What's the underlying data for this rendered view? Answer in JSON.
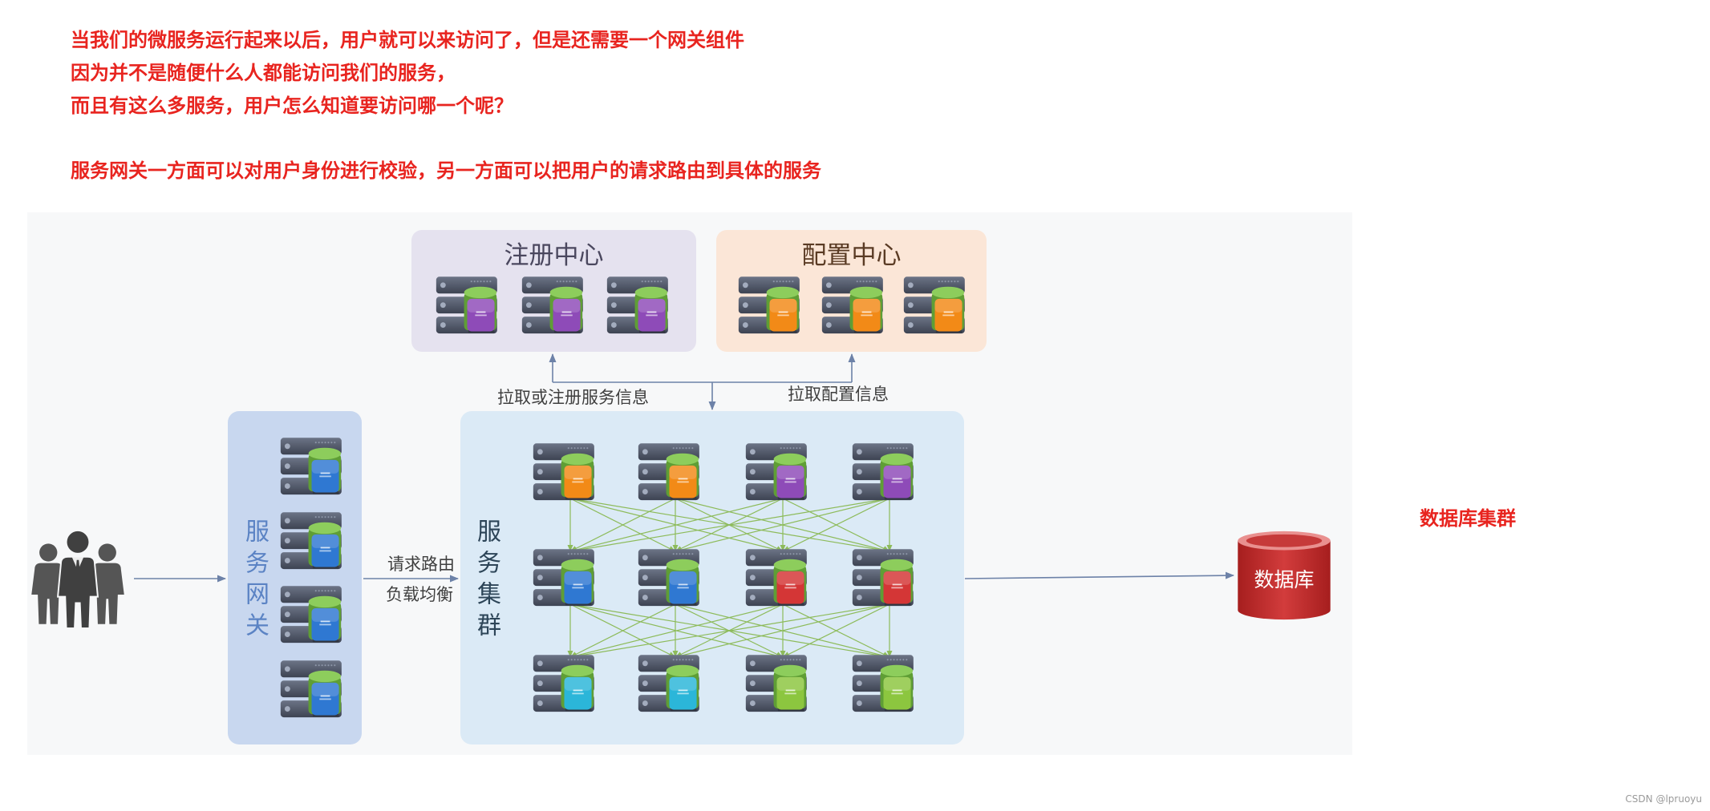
{
  "intro": {
    "lines": [
      "当我们的微服务运行起来以后，用户就可以来访问了，但是还需要一个网关组件",
      "因为并不是随便什么人都能访问我们的服务，",
      "而且有这么多服务，用户怎么知道要访问哪一个呢？",
      "服务网关一方面可以对用户身份进行校验，另一方面可以把用户的请求路由到具体的服务"
    ]
  },
  "colors": {
    "accent_red": "#e8241f",
    "arrow": "#6d82a8",
    "mesh": "#8dbb5a",
    "server_cap": "#8dcd5c"
  },
  "icons": {
    "users": "users-icon",
    "server": "server-icon",
    "database": "database-icon"
  },
  "registry": {
    "title": "注册中心",
    "servers": [
      "#8e4bb8",
      "#8e4bb8",
      "#8e4bb8"
    ]
  },
  "config": {
    "title": "配置中心",
    "servers": [
      "#f28a17",
      "#f28a17",
      "#f28a17"
    ]
  },
  "labels": {
    "pull_register": "拉取或注册服务信息",
    "pull_config": "拉取配置信息",
    "route": "请求路由",
    "balance": "负载均衡"
  },
  "gateway": {
    "title": "服务网关",
    "servers": [
      "#2f78d2",
      "#2f78d2",
      "#2f78d2",
      "#2f78d2"
    ]
  },
  "cluster": {
    "title": "服务集群",
    "servers": [
      [
        "#f28a17",
        "#f28a17",
        "#8e4bb8",
        "#8e4bb8"
      ],
      [
        "#2f78d2",
        "#2f78d2",
        "#d43636",
        "#d43636"
      ],
      [
        "#2bb6d9",
        "#2bb6d9",
        "#8cc63f",
        "#8cc63f"
      ]
    ]
  },
  "database": {
    "label": "数据库",
    "color": "#c42a2a"
  },
  "db_cluster_label": "数据库集群",
  "watermark": "CSDN @lpruoyu"
}
